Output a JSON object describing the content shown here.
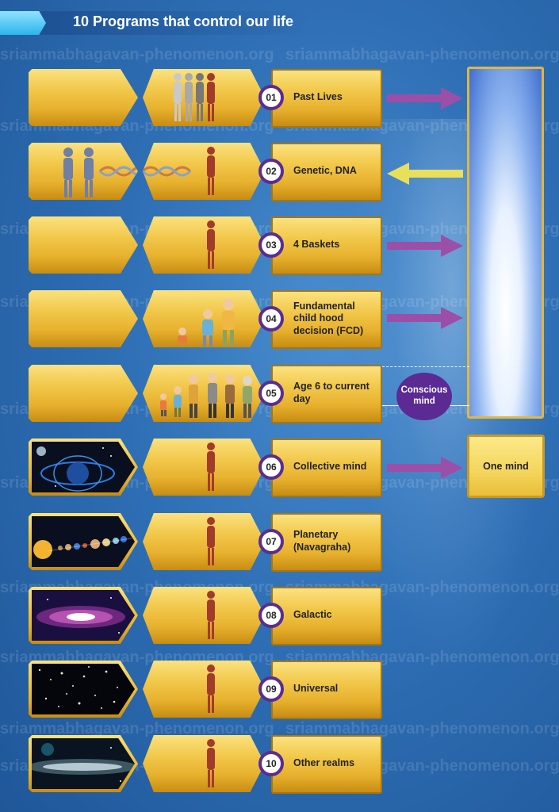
{
  "header": {
    "title": "10 Programs that control our life"
  },
  "watermark": "sriammabhagavan-phenomenon.org",
  "programs": [
    {
      "number": "01",
      "label": "Past Lives"
    },
    {
      "number": "02",
      "label": "Genetic, DNA"
    },
    {
      "number": "03",
      "label": "4 Baskets"
    },
    {
      "number": "04",
      "label": "Fundamental child hood decision (FCD)"
    },
    {
      "number": "05",
      "label": "Age 6 to current day"
    },
    {
      "number": "06",
      "label": "Collective mind"
    },
    {
      "number": "07",
      "label": "Planetary (Navagraha)"
    },
    {
      "number": "08",
      "label": "Galactic"
    },
    {
      "number": "09",
      "label": "Universal"
    },
    {
      "number": "10",
      "label": "Other realms"
    }
  ],
  "conscious_mind": {
    "label": "Conscious mind"
  },
  "one_mind": {
    "label": "One mind"
  },
  "colors": {
    "accent_purple": "#9b4fa8",
    "accent_yellow": "#e8e05a",
    "gold": "#f2c94c",
    "number_ring": "#5a2d91"
  }
}
